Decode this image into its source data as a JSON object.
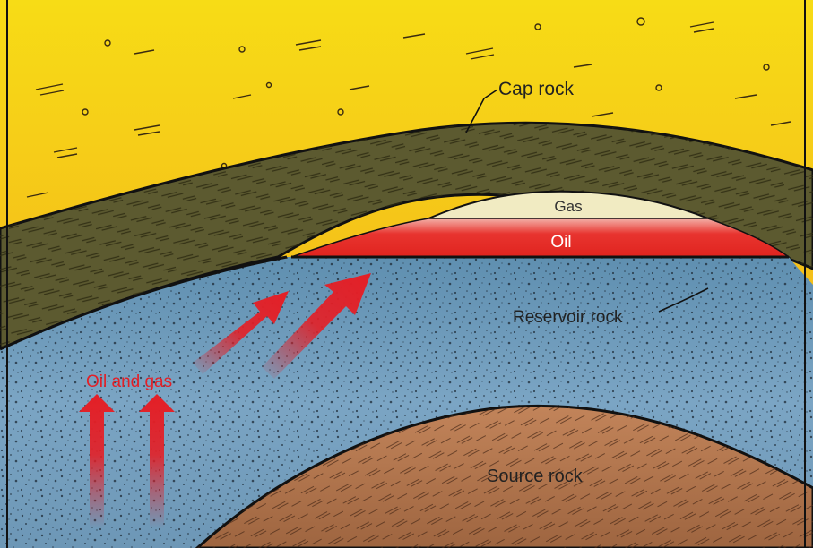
{
  "labels": {
    "cap_rock": "Cap rock",
    "gas": "Gas",
    "oil": "Oil",
    "reservoir_rock": "Reservoir rock",
    "oil_and_gas": "Oil and gas",
    "source_rock": "Source rock"
  },
  "colors": {
    "sky_top": "#f7dd17",
    "sky_bottom": "#f3a51c",
    "cap_rock": "#5c5a30",
    "reservoir": "#6f9bbb",
    "gas": "#f1ebc2",
    "oil": "#e42a2c",
    "source_rock": "#b07448",
    "arrow": "#e41f26",
    "label_dark": "#222222",
    "label_red": "#e41f26"
  }
}
